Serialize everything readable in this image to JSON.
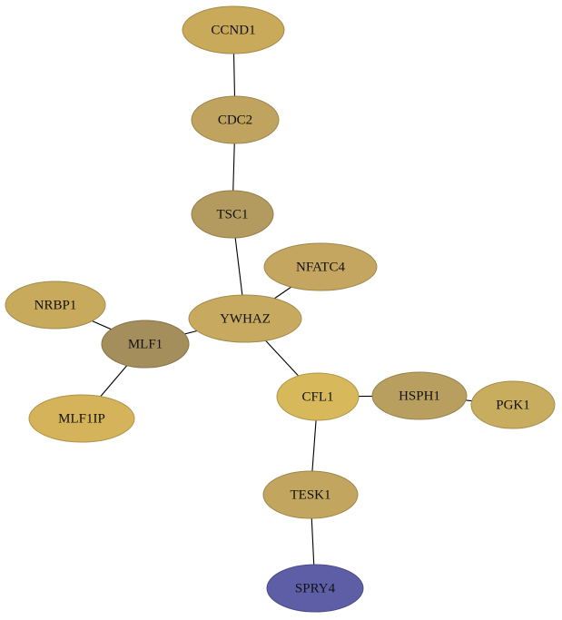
{
  "nodes": [
    {
      "id": "CCND1",
      "label": "CCND1",
      "color": "#c9a95a"
    },
    {
      "id": "CDC2",
      "label": "CDC2",
      "color": "#bfa35e"
    },
    {
      "id": "TSC1",
      "label": "TSC1",
      "color": "#b39b5f"
    },
    {
      "id": "NFATC4",
      "label": "NFATC4",
      "color": "#c4a660"
    },
    {
      "id": "NRBP1",
      "label": "NRBP1",
      "color": "#c8aa5d"
    },
    {
      "id": "YWHAZ",
      "label": "YWHAZ",
      "color": "#c7aa5f"
    },
    {
      "id": "MLF1",
      "label": "MLF1",
      "color": "#a48e5c"
    },
    {
      "id": "MLF1IP",
      "label": "MLF1IP",
      "color": "#d4b35a"
    },
    {
      "id": "CFL1",
      "label": "CFL1",
      "color": "#d7b85b"
    },
    {
      "id": "HSPH1",
      "label": "HSPH1",
      "color": "#b89f60"
    },
    {
      "id": "PGK1",
      "label": "PGK1",
      "color": "#c9ad5f"
    },
    {
      "id": "TESK1",
      "label": "TESK1",
      "color": "#c2a55e"
    },
    {
      "id": "SPRY4",
      "label": "SPRY4",
      "color": "#5e5ea6"
    }
  ],
  "edges": [
    [
      "CCND1",
      "CDC2"
    ],
    [
      "CDC2",
      "TSC1"
    ],
    [
      "TSC1",
      "YWHAZ"
    ],
    [
      "NFATC4",
      "YWHAZ"
    ],
    [
      "YWHAZ",
      "MLF1"
    ],
    [
      "NRBP1",
      "MLF1"
    ],
    [
      "MLF1",
      "MLF1IP"
    ],
    [
      "YWHAZ",
      "CFL1"
    ],
    [
      "CFL1",
      "HSPH1"
    ],
    [
      "HSPH1",
      "PGK1"
    ],
    [
      "CFL1",
      "TESK1"
    ],
    [
      "TESK1",
      "SPRY4"
    ]
  ]
}
